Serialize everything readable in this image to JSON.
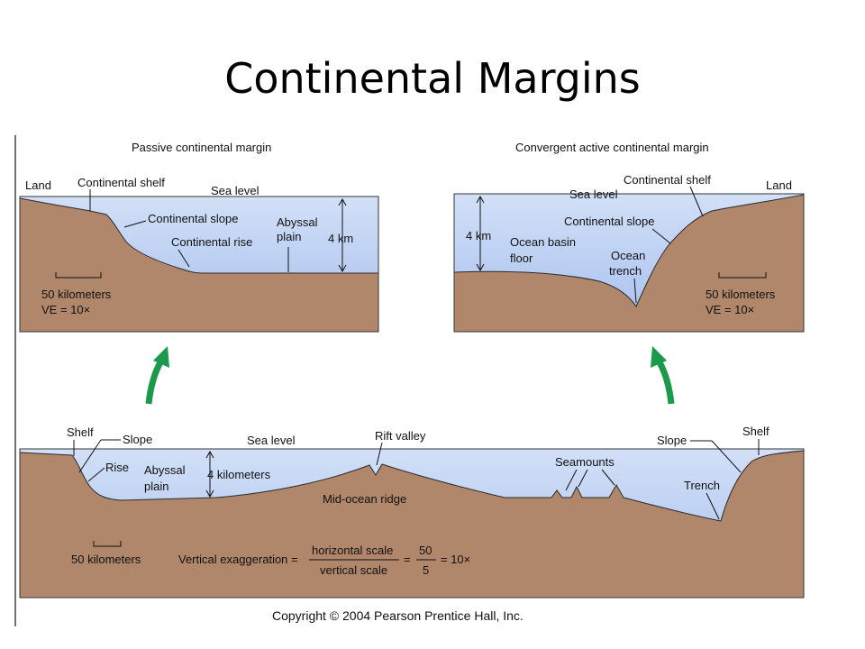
{
  "title": "Continental Margins",
  "passive": {
    "header": "Passive continental margin",
    "land": "Land",
    "continental_shelf": "Continental shelf",
    "sea_level": "Sea level",
    "continental_slope": "Continental slope",
    "continental_rise": "Continental rise",
    "abyssal_plain_1": "Abyssal",
    "abyssal_plain_2": "plain",
    "depth": "4 km",
    "scale": "50 kilometers",
    "ve": "VE = 10×"
  },
  "active": {
    "header": "Convergent active continental margin",
    "continental_shelf": "Continental shelf",
    "land": "Land",
    "sea_level": "Sea level",
    "continental_slope": "Continental slope",
    "depth": "4 km",
    "ocean_basin_1": "Ocean basin",
    "ocean_basin_2": "floor",
    "ocean_trench_1": "Ocean",
    "ocean_trench_2": "trench",
    "scale": "50 kilometers",
    "ve": "VE = 10×"
  },
  "ocean": {
    "shelf_left": "Shelf",
    "slope_left": "Slope",
    "sea_level": "Sea level",
    "rift_valley": "Rift valley",
    "slope_right": "Slope",
    "shelf_right": "Shelf",
    "rise": "Rise",
    "abyssal_plain_1": "Abyssal",
    "abyssal_plain_2": "plain",
    "depth": "4 kilometers",
    "seamounts": "Seamounts",
    "mid_ocean_ridge": "Mid-ocean ridge",
    "trench": "Trench",
    "scale": "50 kilometers",
    "ve_label": "Vertical exaggeration =",
    "ve_num": "horizontal scale",
    "ve_den": "vertical scale",
    "ve_eq1": "=",
    "ve_n50": "50",
    "ve_n5": "5",
    "ve_result": "= 10×"
  },
  "copyright": "Copyright © 2004 Pearson Prentice Hall, Inc.",
  "colors": {
    "water": "#b9cdf0",
    "land": "#b0876a",
    "arrow": "#1c9a4b"
  }
}
